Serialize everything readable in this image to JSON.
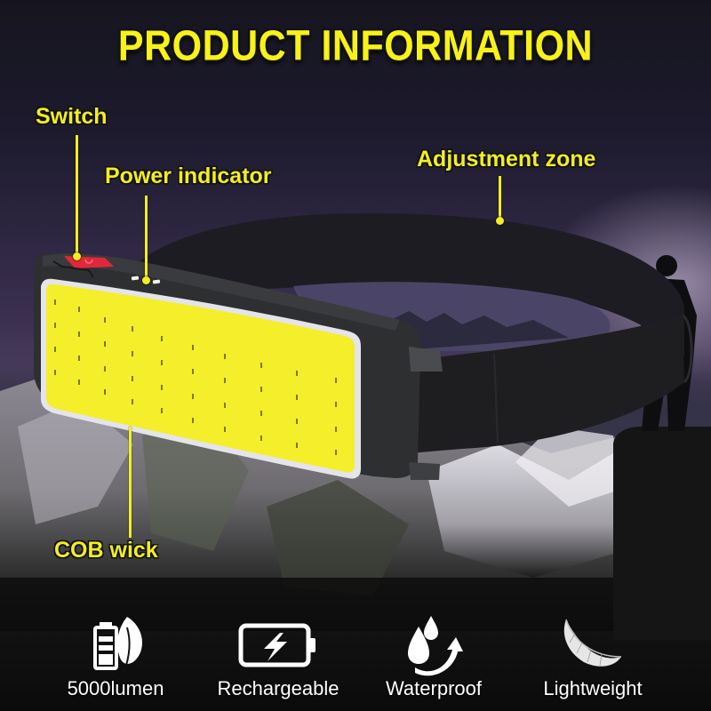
{
  "title": "PRODUCT INFORMATION",
  "callouts": {
    "switch": "Switch",
    "power_indicator": "Power indicator",
    "adjustment_zone": "Adjustment zone",
    "cob_wick": "COB wick"
  },
  "features": [
    {
      "icon": "battery-leaf-icon",
      "label": "5000lumen"
    },
    {
      "icon": "battery-charging-icon",
      "label": "Rechargeable"
    },
    {
      "icon": "water-drops-icon",
      "label": "Waterproof"
    },
    {
      "icon": "feather-icon",
      "label": "Lightweight"
    }
  ],
  "colors": {
    "accent_yellow": "#f2ee22",
    "cob_panel": "#f5ee2a",
    "switch_red": "#e0283a",
    "lamp_body": "#2e2f31",
    "band": "#1f1f22"
  }
}
